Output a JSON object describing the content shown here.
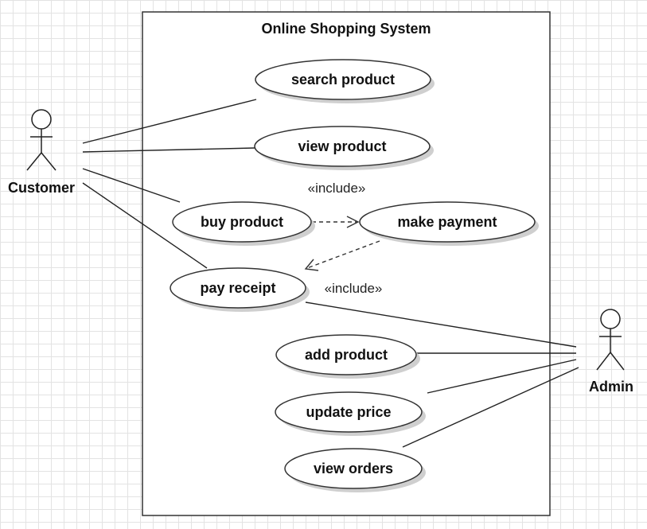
{
  "system": {
    "title": "Online Shopping System"
  },
  "actors": {
    "customer": "Customer",
    "admin": "Admin"
  },
  "use_cases": {
    "search_product": "search product",
    "view_product": "view product",
    "buy_product": "buy product",
    "make_payment": "make payment",
    "pay_receipt": "pay receipt",
    "add_product": "add product",
    "update_price": "update price",
    "view_orders": "view orders"
  },
  "relationships": {
    "include_1": "«include»",
    "include_2": "«include»"
  }
}
